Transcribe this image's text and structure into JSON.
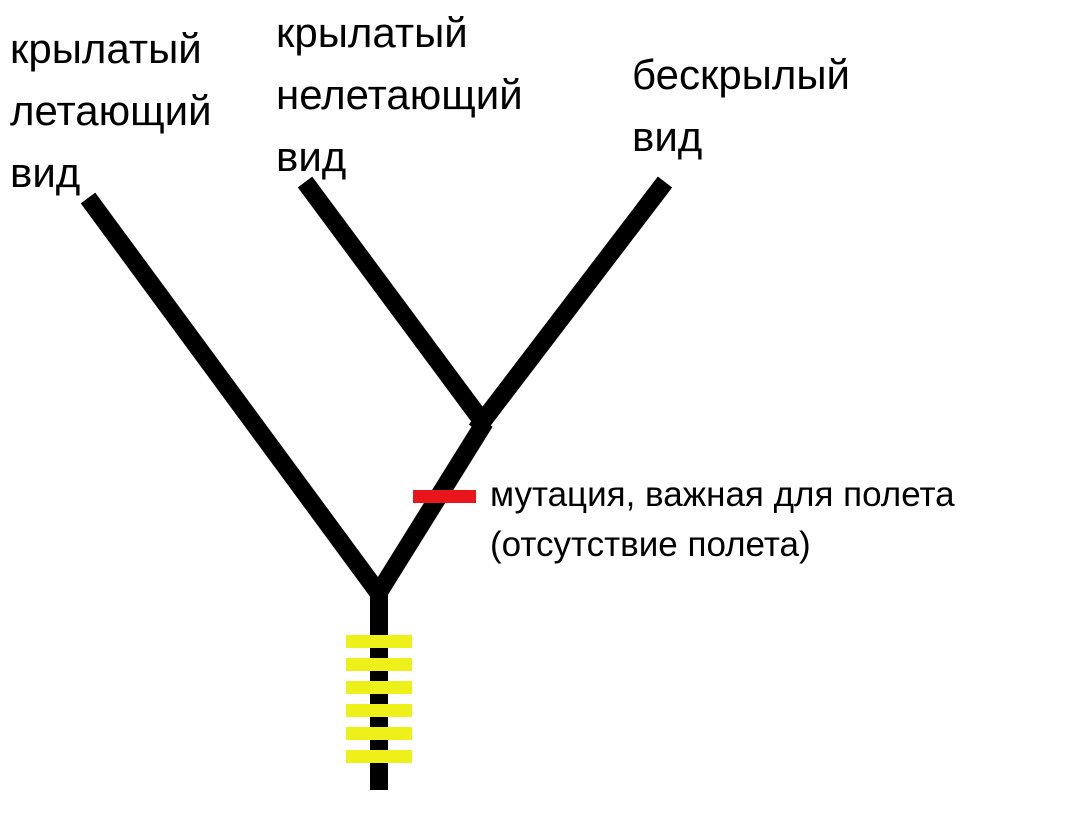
{
  "taxa": {
    "left": {
      "line1": "крылатый",
      "line2": "летающий",
      "line3": "вид"
    },
    "middle": {
      "line1": "крылатый",
      "line2": "нелетающий",
      "line3": "вид"
    },
    "right": {
      "line1": "бескрылый",
      "line2": "вид"
    }
  },
  "mutation": {
    "line1": "мутация, важная для полета",
    "line2": "(отсутствие полета)"
  },
  "colors": {
    "branch": "#000000",
    "mutation_mark": "#e8161b",
    "trait_marks": "#eef019"
  }
}
